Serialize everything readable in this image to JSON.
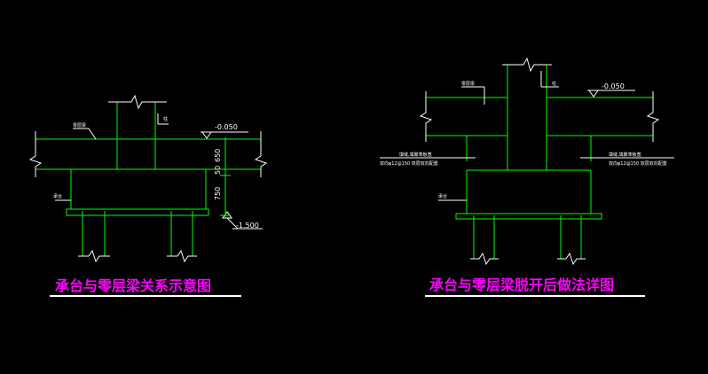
{
  "left": {
    "label_beam": "零层梁",
    "label_column": "柱",
    "label_cap": "承台",
    "elev_top": "-0.050",
    "elev_bottom": "-1.500",
    "dim_650": "650",
    "dim_50": "50",
    "dim_750": "750",
    "caption": "承台与零层梁关系示意图"
  },
  "right": {
    "label_beam": "零层梁",
    "label_column": "柱",
    "label_cap": "承台",
    "elev_top": "-0.050",
    "note_left_1": "填缝,填聚苯板宽",
    "note_left_2": "双向φ12@150 双层双向配置",
    "note_right_1": "填缝,填聚苯板宽",
    "note_right_2": "双向φ12@150 双层双向配置",
    "caption": "承台与零层梁脱开后做法详图"
  },
  "colors": {
    "background": "#000000",
    "structure": "#00ff00",
    "annotation": "#ffffff",
    "caption": "#ff00ff"
  }
}
